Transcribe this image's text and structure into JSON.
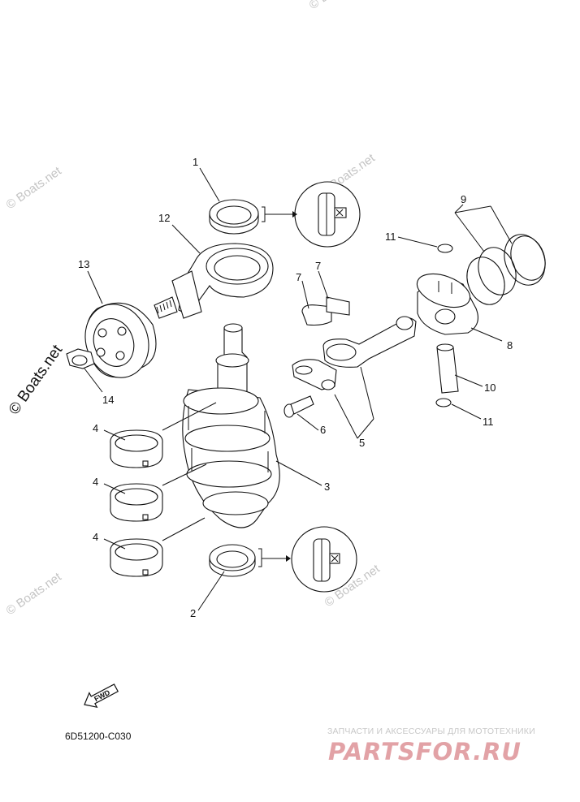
{
  "diagram": {
    "code": "6D51200-C030",
    "fwd_label": "FWD",
    "callouts": [
      {
        "id": "c1",
        "label": "1"
      },
      {
        "id": "c2",
        "label": "2"
      },
      {
        "id": "c3",
        "label": "3"
      },
      {
        "id": "c4a",
        "label": "4"
      },
      {
        "id": "c4b",
        "label": "4"
      },
      {
        "id": "c4c",
        "label": "4"
      },
      {
        "id": "c5",
        "label": "5"
      },
      {
        "id": "c6",
        "label": "6"
      },
      {
        "id": "c7a",
        "label": "7"
      },
      {
        "id": "c7b",
        "label": "7"
      },
      {
        "id": "c8",
        "label": "8"
      },
      {
        "id": "c9",
        "label": "9"
      },
      {
        "id": "c10",
        "label": "10"
      },
      {
        "id": "c11a",
        "label": "11"
      },
      {
        "id": "c11b",
        "label": "11"
      },
      {
        "id": "c12",
        "label": "12"
      },
      {
        "id": "c13",
        "label": "13"
      },
      {
        "id": "c14",
        "label": "14"
      }
    ]
  },
  "watermarks": {
    "small": "© Boats.net",
    "large": "© Boats.net"
  },
  "branding": {
    "tagline": "ЗАПЧАСТИ И АКСЕССУАРЫ ДЛЯ МОТОТЕХНИКИ",
    "name": "PARTSFOR.RU"
  },
  "colors": {
    "lines": "#111111",
    "watermark": "#c4c4c4",
    "brand": "#e2a2a6"
  }
}
